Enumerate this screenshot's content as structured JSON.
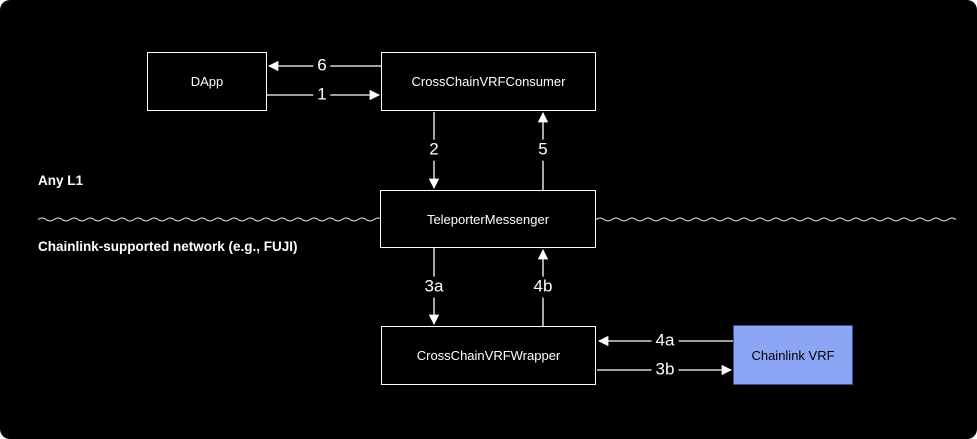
{
  "diagram": {
    "regions": {
      "top": "Any L1",
      "bottom": "Chainlink-supported network (e.g., FUJI)"
    },
    "nodes": {
      "dapp": {
        "label": "DApp"
      },
      "consumer": {
        "label": "CrossChainVRFConsumer"
      },
      "messenger": {
        "label": "TeleporterMessenger"
      },
      "wrapper": {
        "label": "CrossChainVRFWrapper"
      },
      "chainlink_vrf": {
        "label": "Chainlink VRF"
      }
    },
    "edges": {
      "e1": {
        "label": "1",
        "from": "dapp",
        "to": "consumer"
      },
      "e2": {
        "label": "2",
        "from": "consumer",
        "to": "messenger"
      },
      "e3a": {
        "label": "3a",
        "from": "messenger",
        "to": "wrapper"
      },
      "e3b": {
        "label": "3b",
        "from": "wrapper",
        "to": "chainlink_vrf"
      },
      "e4a": {
        "label": "4a",
        "from": "chainlink_vrf",
        "to": "wrapper"
      },
      "e4b": {
        "label": "4b",
        "from": "wrapper",
        "to": "messenger"
      },
      "e5": {
        "label": "5",
        "from": "messenger",
        "to": "consumer"
      },
      "e6": {
        "label": "6",
        "from": "consumer",
        "to": "dapp"
      }
    },
    "colors": {
      "background": "#000000",
      "node_border": "#ffffff",
      "node_text": "#ffffff",
      "arrow": "#ffffff",
      "divider": "#bfbfbf",
      "chainlink_fill": "#8CA6F5",
      "chainlink_border": "#3A479B",
      "chainlink_text": "#000000"
    }
  }
}
